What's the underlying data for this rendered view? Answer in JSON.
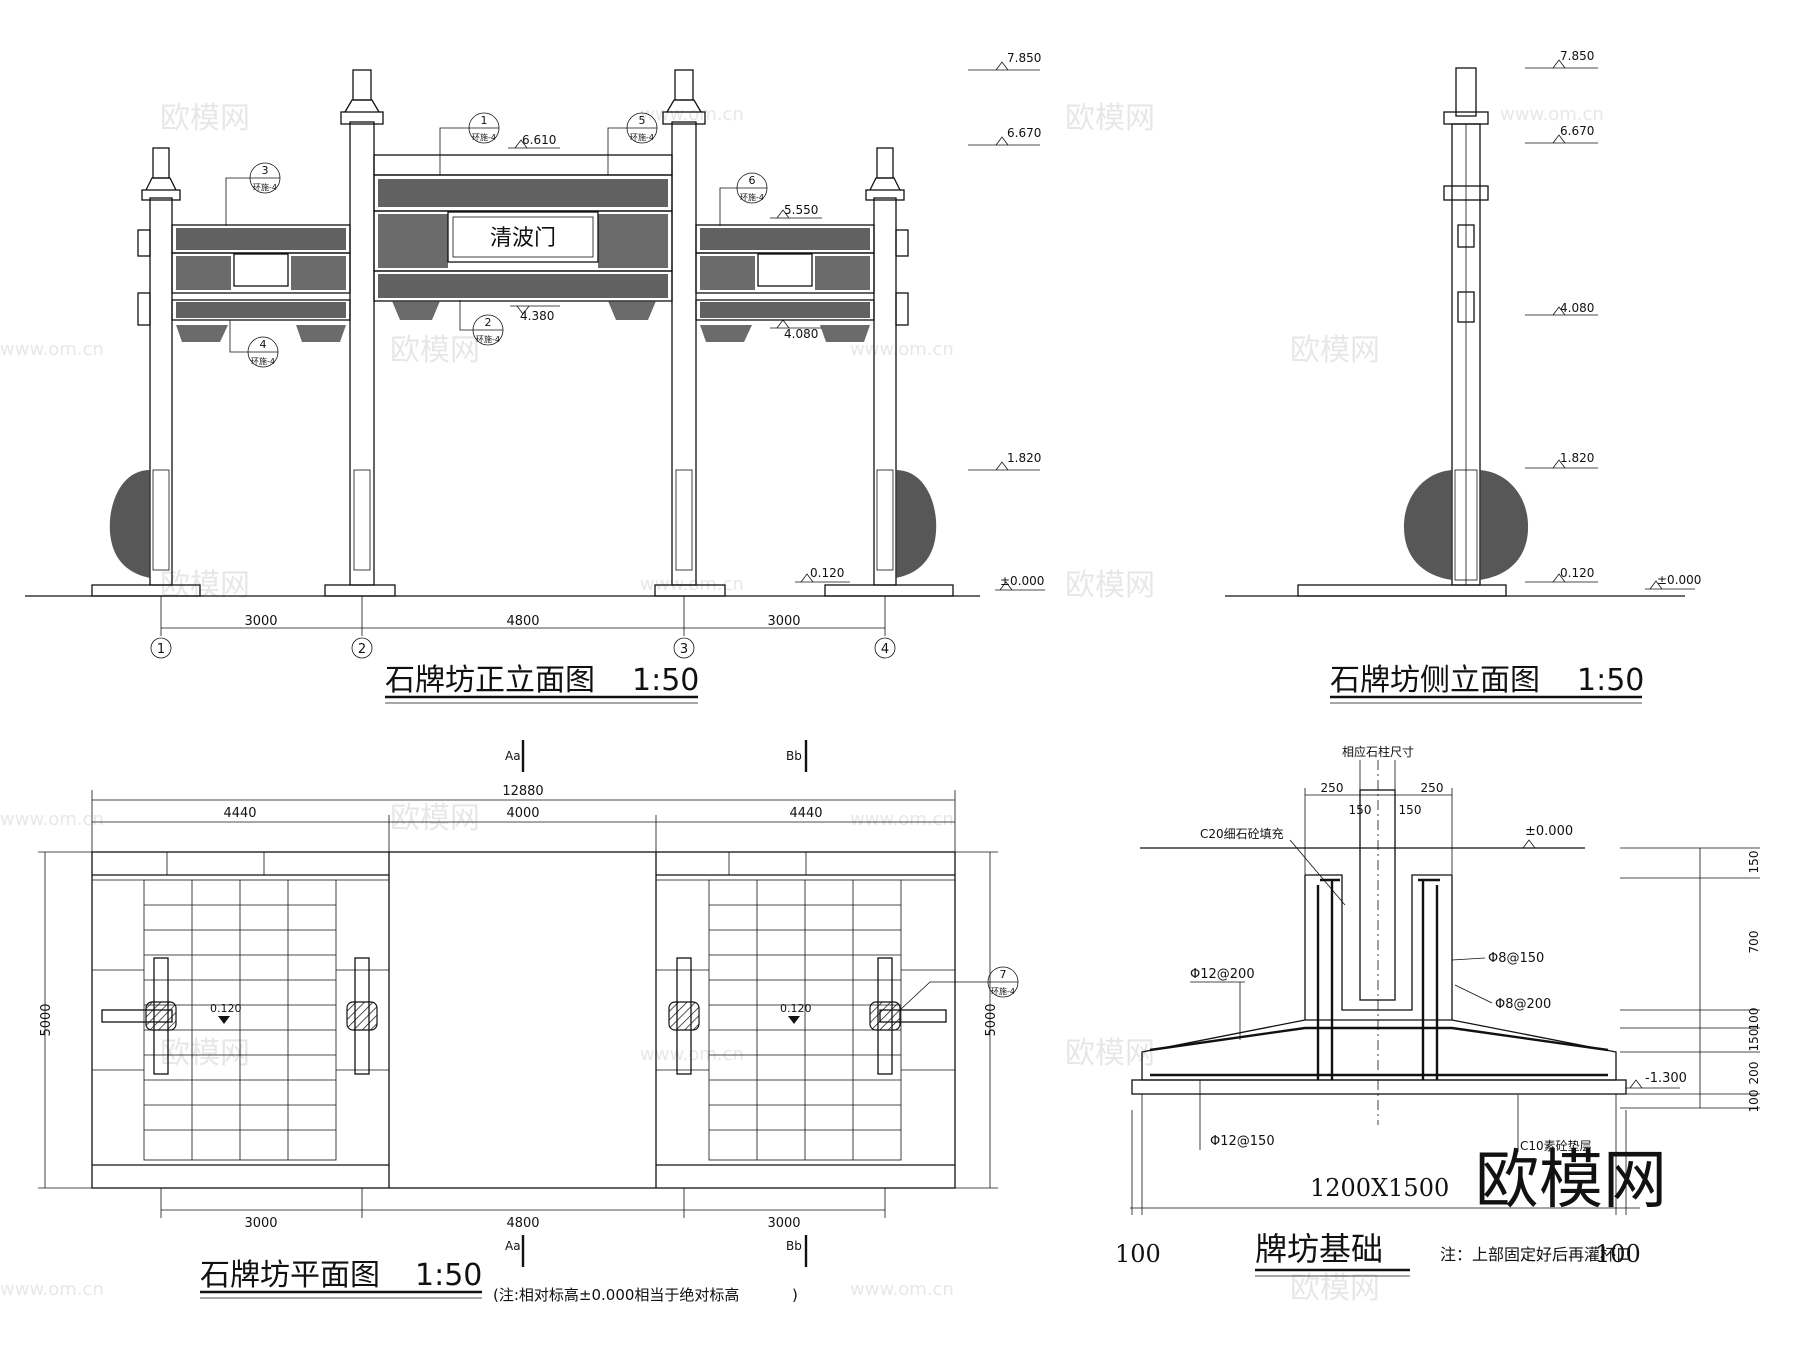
{
  "titles": {
    "front": "石牌坊正立面图",
    "front_scale": "1:50",
    "side": "石牌坊侧立面图",
    "side_scale": "1:50",
    "plan": "石牌坊平面图",
    "plan_scale": "1:50",
    "foundation": "牌坊基础"
  },
  "front": {
    "name_plaque": "清波门",
    "elevations": [
      "7.850",
      "6.670",
      "6.610",
      "5.550",
      "4.380",
      "4.080",
      "1.820",
      "0.120",
      "±0.000"
    ],
    "spans": [
      "3000",
      "4800",
      "3000"
    ],
    "axes": [
      "1",
      "2",
      "3",
      "4"
    ],
    "callout_ref": "环施-4",
    "callouts": [
      "1",
      "2",
      "3",
      "4",
      "5",
      "6"
    ]
  },
  "side": {
    "elevations": [
      "7.850",
      "6.670",
      "4.080",
      "1.820",
      "0.120",
      "±0.000"
    ]
  },
  "plan": {
    "overall": "12880",
    "segments": [
      "4440",
      "4000",
      "4440"
    ],
    "spans": [
      "3000",
      "4800",
      "3000"
    ],
    "depth": "5000",
    "level": "0.120",
    "section_a": "Aa",
    "section_b": "Bb",
    "callout": "7",
    "callout_ref": "环施-4",
    "note": "(注:相对标高±0.000相当于绝对标高",
    "note_close": ")"
  },
  "foundation": {
    "column_label": "相应石柱尺寸",
    "dims_top": [
      "250",
      "150",
      "150",
      "250"
    ],
    "fill_label": "C20细石砼填充",
    "level_top": "±0.000",
    "level_bottom": "-1.300",
    "rebar": [
      "Φ8@150",
      "Φ12@200",
      "Φ8@200",
      "Φ12@150"
    ],
    "right_dims": [
      "150",
      "700",
      "100",
      "150",
      "200",
      "100"
    ],
    "cushion": "C10素砼垫层",
    "size": "1200X1500",
    "side_dims": [
      "100",
      "100"
    ],
    "note": "注：上部固定好后再灌杯口"
  },
  "watermark": {
    "brand": "欧模网",
    "url": "www.om.cn"
  }
}
